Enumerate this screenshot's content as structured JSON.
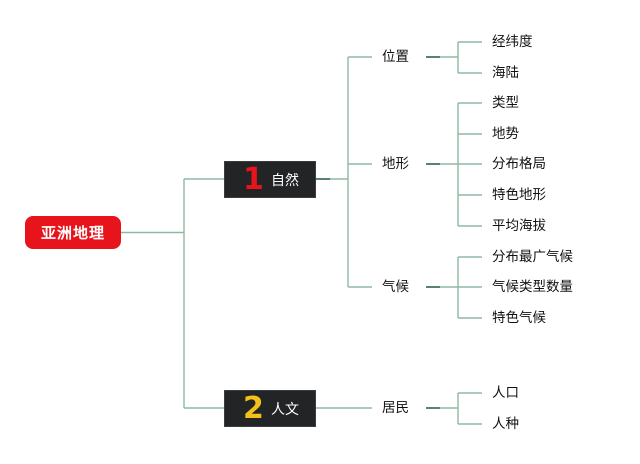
{
  "root": {
    "label": "亚洲地理"
  },
  "branches": [
    {
      "number": "1",
      "label": "自然",
      "color": "#e8141c",
      "children": [
        {
          "label": "位置",
          "children": [
            "经纬度",
            "海陆"
          ]
        },
        {
          "label": "地形",
          "children": [
            "类型",
            "地势",
            "分布格局",
            "特色地形",
            "平均海拔"
          ]
        },
        {
          "label": "气候",
          "children": [
            "分布最广气候",
            "气候类型数量",
            "特色气候"
          ]
        }
      ]
    },
    {
      "number": "2",
      "label": "人文",
      "color": "#f2c21a",
      "children": [
        {
          "label": "居民",
          "children": [
            "人口",
            "人种"
          ]
        }
      ]
    }
  ],
  "colors": {
    "line": "#8fb8a3",
    "root_fill": "#e8141c",
    "branch_fill": "#222426"
  }
}
